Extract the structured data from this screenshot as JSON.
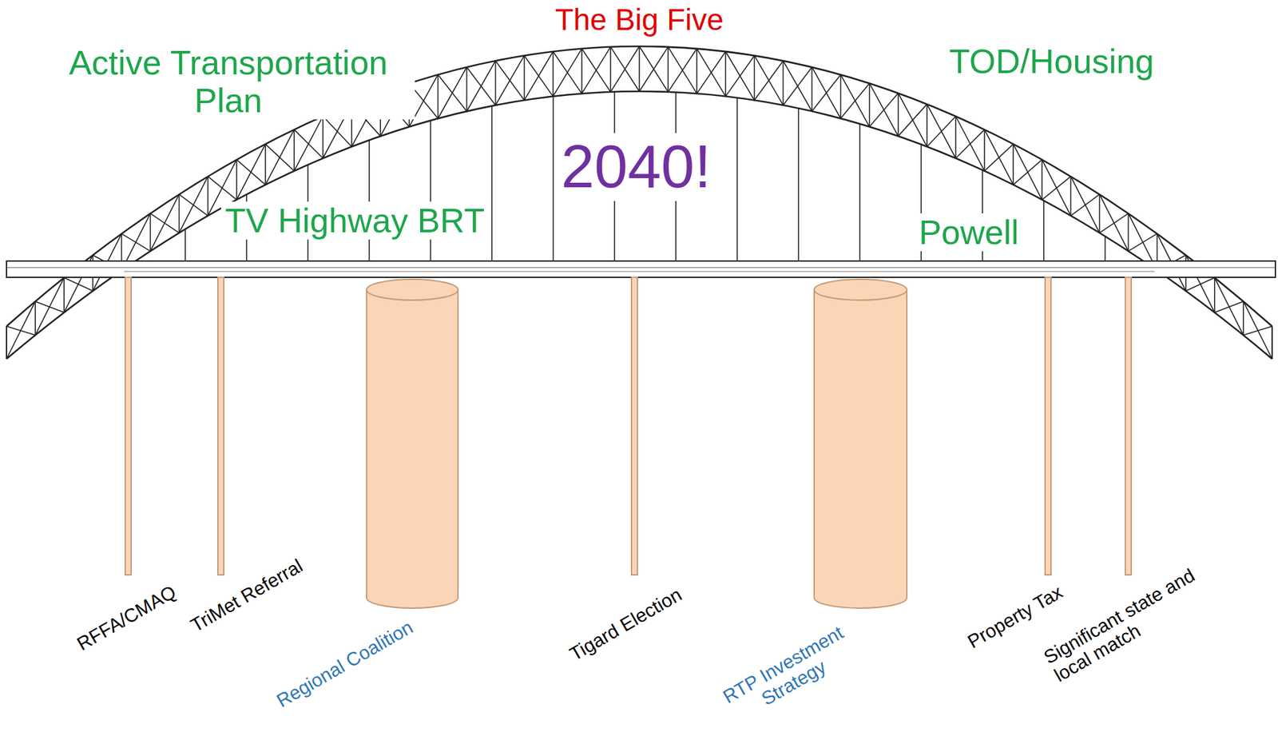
{
  "diagram": {
    "title": "The Big Five",
    "labels": [
      "Active Transportation Plan",
      "TOD/Housing",
      "2040!",
      "TV Highway BRT",
      "Powell",
      "RFFA/CMAQ",
      "TriMet Referral",
      "Regional Coalition",
      "Tigard Election",
      "RTP Investment Strategy",
      "Property Tax",
      "Significant state and local match"
    ]
  }
}
